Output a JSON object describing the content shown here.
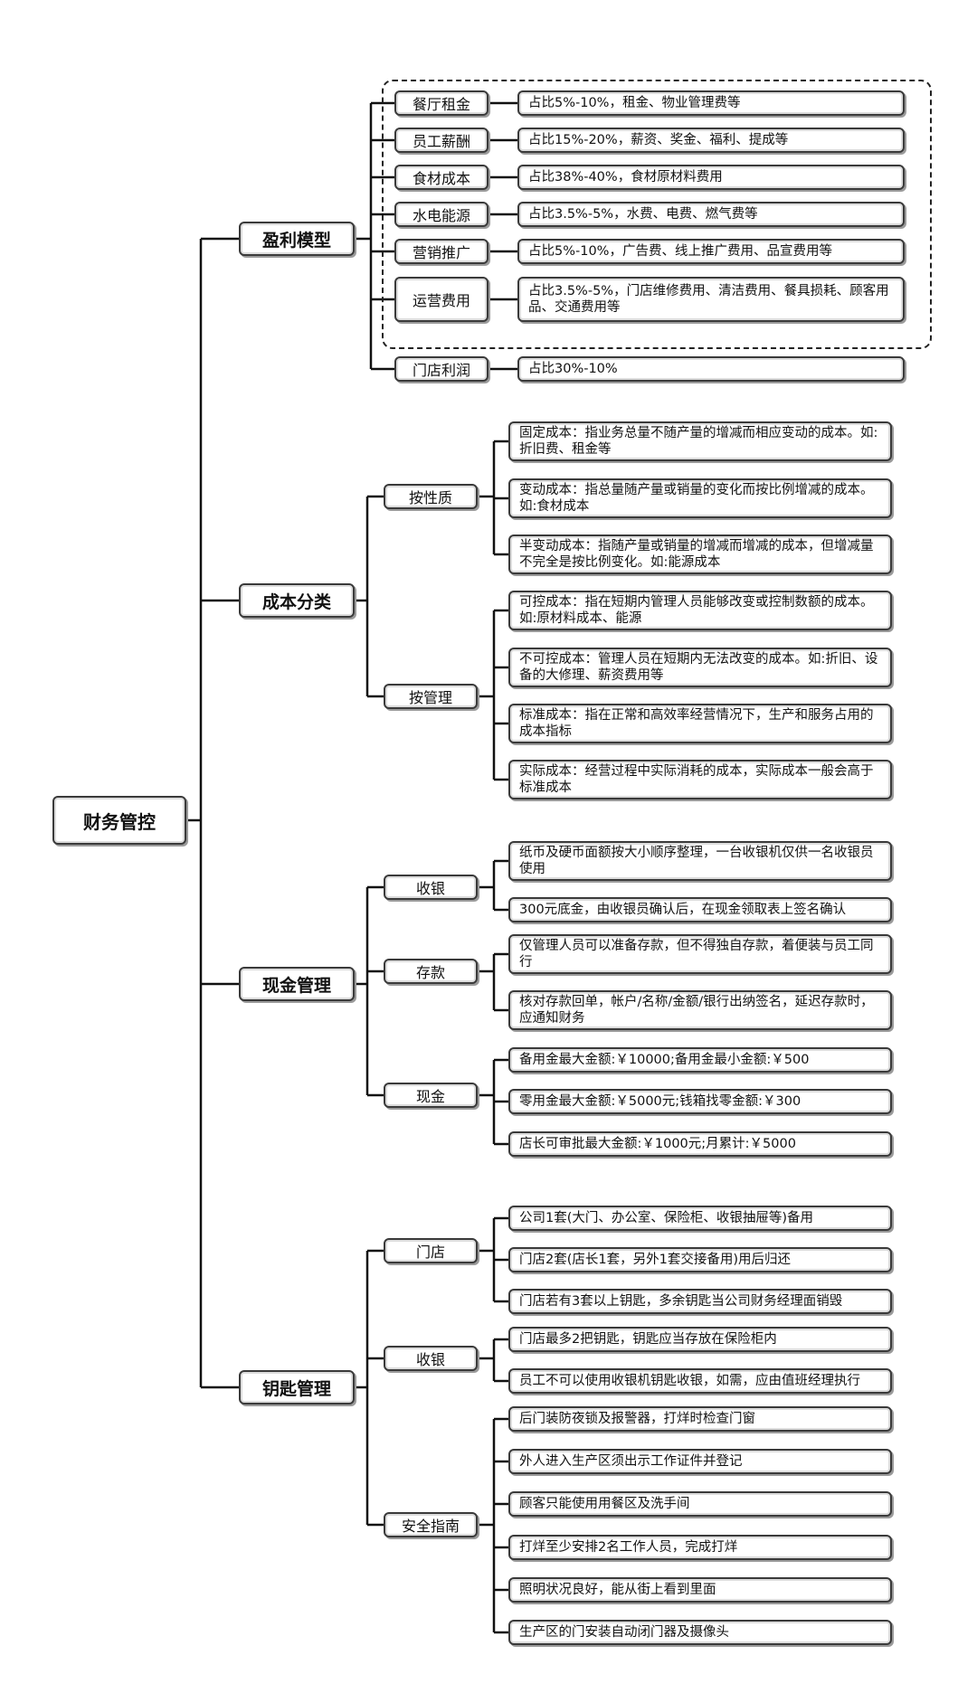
{
  "root": "财务管控",
  "profit": {
    "title": "盈利模型",
    "items": [
      {
        "label": "餐厅租金",
        "desc": "占比5%-10%，租金、物业管理费等"
      },
      {
        "label": "员工薪酬",
        "desc": "占比15%-20%，薪资、奖金、福利、提成等"
      },
      {
        "label": "食材成本",
        "desc": "占比38%-40%，食材原材料费用"
      },
      {
        "label": "水电能源",
        "desc": "占比3.5%-5%，水费、电费、燃气费等"
      },
      {
        "label": "营销推广",
        "desc": "占比5%-10%，广告费、线上推广费用、品宣费用等"
      },
      {
        "label": "运营费用",
        "desc": "占比3.5%-5%，门店维修费用、清洁费用、餐具损耗、顾客用品、交通费用等"
      },
      {
        "label": "门店利润",
        "desc": "占比30%-10%"
      }
    ]
  },
  "cost": {
    "title": "成本分类",
    "by_nature": {
      "label": "按性质",
      "items": [
        "固定成本：指业务总量不随产量的增减而相应变动的成本。如:折旧费、租金等",
        "变动成本：指总量随产量或销量的变化而按比例增减的成本。如:食材成本",
        "半变动成本：指随产量或销量的增减而增减的成本，但增减量不完全是按比例变化。如:能源成本"
      ]
    },
    "by_management": {
      "label": "按管理",
      "items": [
        "可控成本：指在短期内管理人员能够改变或控制数额的成本。如:原材料成本、能源",
        "不可控成本：管理人员在短期内无法改变的成本。如:折旧、设备的大修理、薪资费用等",
        "标准成本：指在正常和高效率经营情况下，生产和服务占用的成本指标",
        "实际成本：经营过程中实际消耗的成本，实际成本一般会高于标准成本"
      ]
    }
  },
  "cash": {
    "title": "现金管理",
    "register": {
      "label": "收银",
      "items": [
        "纸币及硬币面额按大小顺序整理，一台收银机仅供一名收银员使用",
        "300元底金，由收银员确认后，在现金领取表上签名确认"
      ]
    },
    "deposit": {
      "label": "存款",
      "items": [
        "仅管理人员可以准备存款，但不得独自存款，着便装与员工同行",
        "核对存款回单，帐户/名称/金额/银行出纳签名，延迟存款时，应通知财务"
      ]
    },
    "cash": {
      "label": "现金",
      "items": [
        "备用金最大金额:￥10000;备用金最小金额:￥500",
        "零用金最大金额:￥5000元;钱箱找零金额:￥300",
        "店长可审批最大金额:￥1000元;月累计:￥5000"
      ]
    }
  },
  "keys": {
    "title": "钥匙管理",
    "store": {
      "label": "门店",
      "items": [
        "公司1套(大门、办公室、保险柜、收银抽屉等)备用",
        "门店2套(店长1套，另外1套交接备用)用后归还",
        "门店若有3套以上钥匙，多余钥匙当公司财务经理面销毁"
      ]
    },
    "register": {
      "label": "收银",
      "items": [
        "门店最多2把钥匙，钥匙应当存放在保险柜内",
        "员工不可以使用收银机钥匙收银，如需，应由值班经理执行"
      ]
    },
    "safety": {
      "label": "安全指南",
      "items": [
        "后门装防夜锁及报警器，打烊时检查门窗",
        "外人进入生产区须出示工作证件并登记",
        "顾客只能使用用餐区及洗手间",
        "打烊至少安排2名工作人员，完成打烊",
        "照明状况良好，能从街上看到里面",
        "生产区的门安装自动闭门器及摄像头"
      ]
    }
  }
}
